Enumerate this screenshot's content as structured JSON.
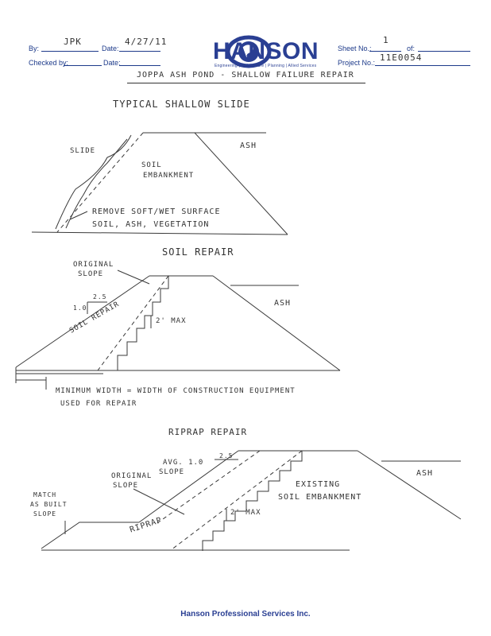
{
  "header": {
    "by_label": "By:",
    "by_value": "JPK",
    "date_label": "Date:",
    "date_value": "4/27/11",
    "checked_label": "Checked by:",
    "checked_value": "",
    "date2_label": "Date:",
    "date2_value": "",
    "sheet_label": "Sheet No.:",
    "sheet_value": "1",
    "of_label": "of:",
    "of_value": "",
    "project_label": "Project No.:",
    "project_value": "11E0054",
    "brand": "HANSON",
    "tagline": "Engineering  |  Architecture  |  Planning  |  Allied Services",
    "title": "JOPPA ASH POND - SHALLOW FAILURE REPAIR"
  },
  "sketch1": {
    "heading": "TYPICAL SHALLOW SLIDE",
    "slide": "SLIDE",
    "embankment_1": "SOIL",
    "embankment_2": "EMBANKMENT",
    "ash": "ASH",
    "remove_1": "REMOVE SOFT/WET SURFACE",
    "remove_2": "SOIL, ASH, VEGETATION"
  },
  "sketch2": {
    "heading": "SOIL REPAIR",
    "original_1": "ORIGINAL",
    "original_2": "SLOPE",
    "ratio_h": "2.5",
    "ratio_v": "1.0",
    "repair": "SOIL REPAIR",
    "max": "2' MAX",
    "ash": "ASH",
    "min_width_1": "MINIMUM WIDTH = WIDTH OF CONSTRUCTION EQUIPMENT",
    "min_width_2": "USED FOR REPAIR"
  },
  "sketch3": {
    "heading": "RIPRAP REPAIR",
    "avg_1": "AVG. 1.0",
    "avg_2": "SLOPE",
    "avg_h": "2.5",
    "original_1": "ORIGINAL",
    "original_2": "SLOPE",
    "match_1": "MATCH",
    "match_2": "AS BUILT",
    "match_3": "SLOPE",
    "riprap": "RIPRAP",
    "existing_1": "EXISTING",
    "existing_2": "SOIL EMBANKMENT",
    "max": "2' MAX",
    "ash": "ASH"
  },
  "footer": "Hanson Professional Services Inc."
}
